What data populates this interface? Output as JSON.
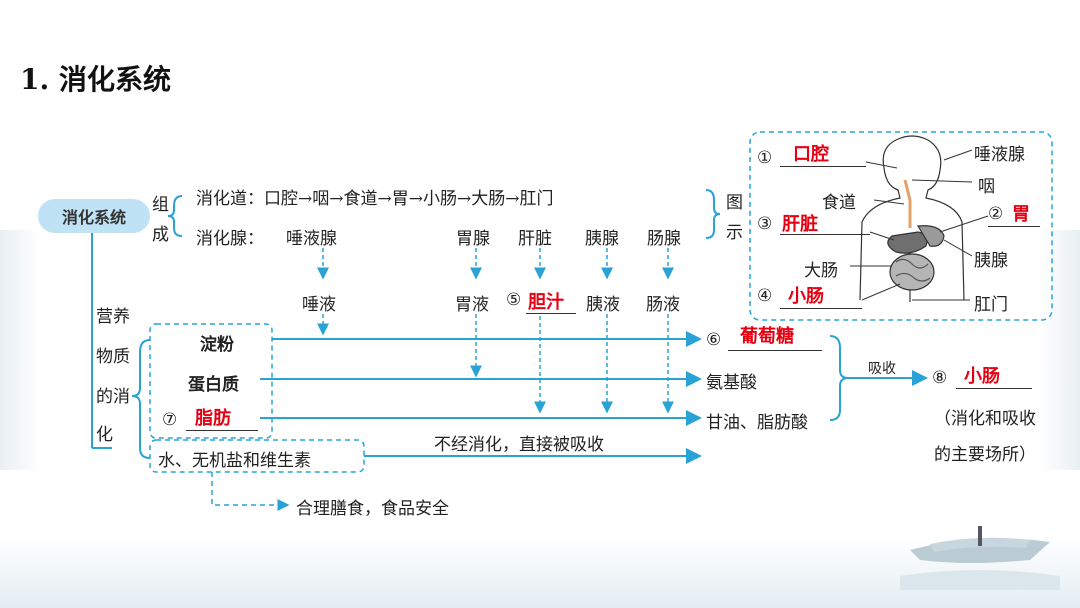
{
  "title": "1. 消化系统",
  "root": "消化系统",
  "composition_label": [
    "组",
    "成"
  ],
  "tract": {
    "label": "消化道：",
    "organs": [
      "口腔",
      "咽",
      "食道",
      "胃",
      "小肠",
      "大肠",
      "肛门"
    ],
    "arrow": "→"
  },
  "glands": {
    "label": "消化腺：",
    "items": [
      "唾液腺",
      "胃腺",
      "肝脏",
      "胰腺",
      "肠腺"
    ]
  },
  "juices": [
    "唾液",
    "胃液",
    "胆汁",
    "胰液",
    "肠液"
  ],
  "juice_number": "⑤",
  "figure_label": [
    "图",
    "示"
  ],
  "figure": {
    "answers": [
      {
        "num": "①",
        "text": "口腔"
      },
      {
        "num": "②",
        "text": "胃"
      },
      {
        "num": "③",
        "text": "肝脏"
      },
      {
        "num": "④",
        "text": "小肠"
      }
    ],
    "labels": [
      "唾液腺",
      "咽",
      "食道",
      "胰腺",
      "大肠",
      "肛门"
    ]
  },
  "nutrition_label": [
    "营养",
    "物质",
    "的消",
    "化"
  ],
  "nutrients": {
    "starch": "淀粉",
    "protein": "蛋白质",
    "fat_num": "⑦",
    "fat": "脂肪",
    "others": "水、无机盐和维生素"
  },
  "products": {
    "glucose_num": "⑥",
    "glucose": "葡萄糖",
    "amino": "氨基酸",
    "glycerol": "甘油、脂肪酸",
    "direct": "不经消化，直接被吸收"
  },
  "absorb": {
    "label": "吸收",
    "num": "⑧",
    "answer": "小肠",
    "note_1": "（消化和吸收",
    "note_2": "的主要场所）"
  },
  "diet": "合理膳食，食品安全"
}
